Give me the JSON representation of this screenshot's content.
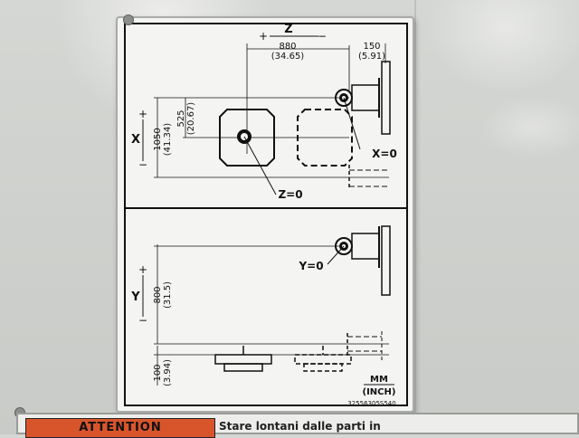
{
  "plate": {
    "z_axis": {
      "label": "Z",
      "plus": "+",
      "minus": "−",
      "dim_mm": "880",
      "dim_inch": "(34.65)",
      "side_mm": "150",
      "side_inch": "(5.91)"
    },
    "x_axis": {
      "label": "X",
      "plus": "+",
      "minus": "−",
      "total_mm": "1050",
      "total_inch": "(41.34)",
      "half_mm": "525",
      "half_inch": "(20.67)"
    },
    "zero_labels": {
      "x0": "X=0",
      "z0": "Z=0",
      "y0": "Y=0"
    },
    "y_axis": {
      "label": "Y",
      "plus": "+",
      "minus": "−",
      "travel_mm": "800",
      "travel_inch": "(31.5)",
      "min_mm": "100",
      "min_inch": "(3.94)"
    },
    "units": {
      "mm": "MM",
      "inch": "(INCH)"
    },
    "serial": "32556305S540"
  },
  "warning": {
    "heading": "ATTENTION",
    "text": "Stare lontani dalle parti in"
  }
}
